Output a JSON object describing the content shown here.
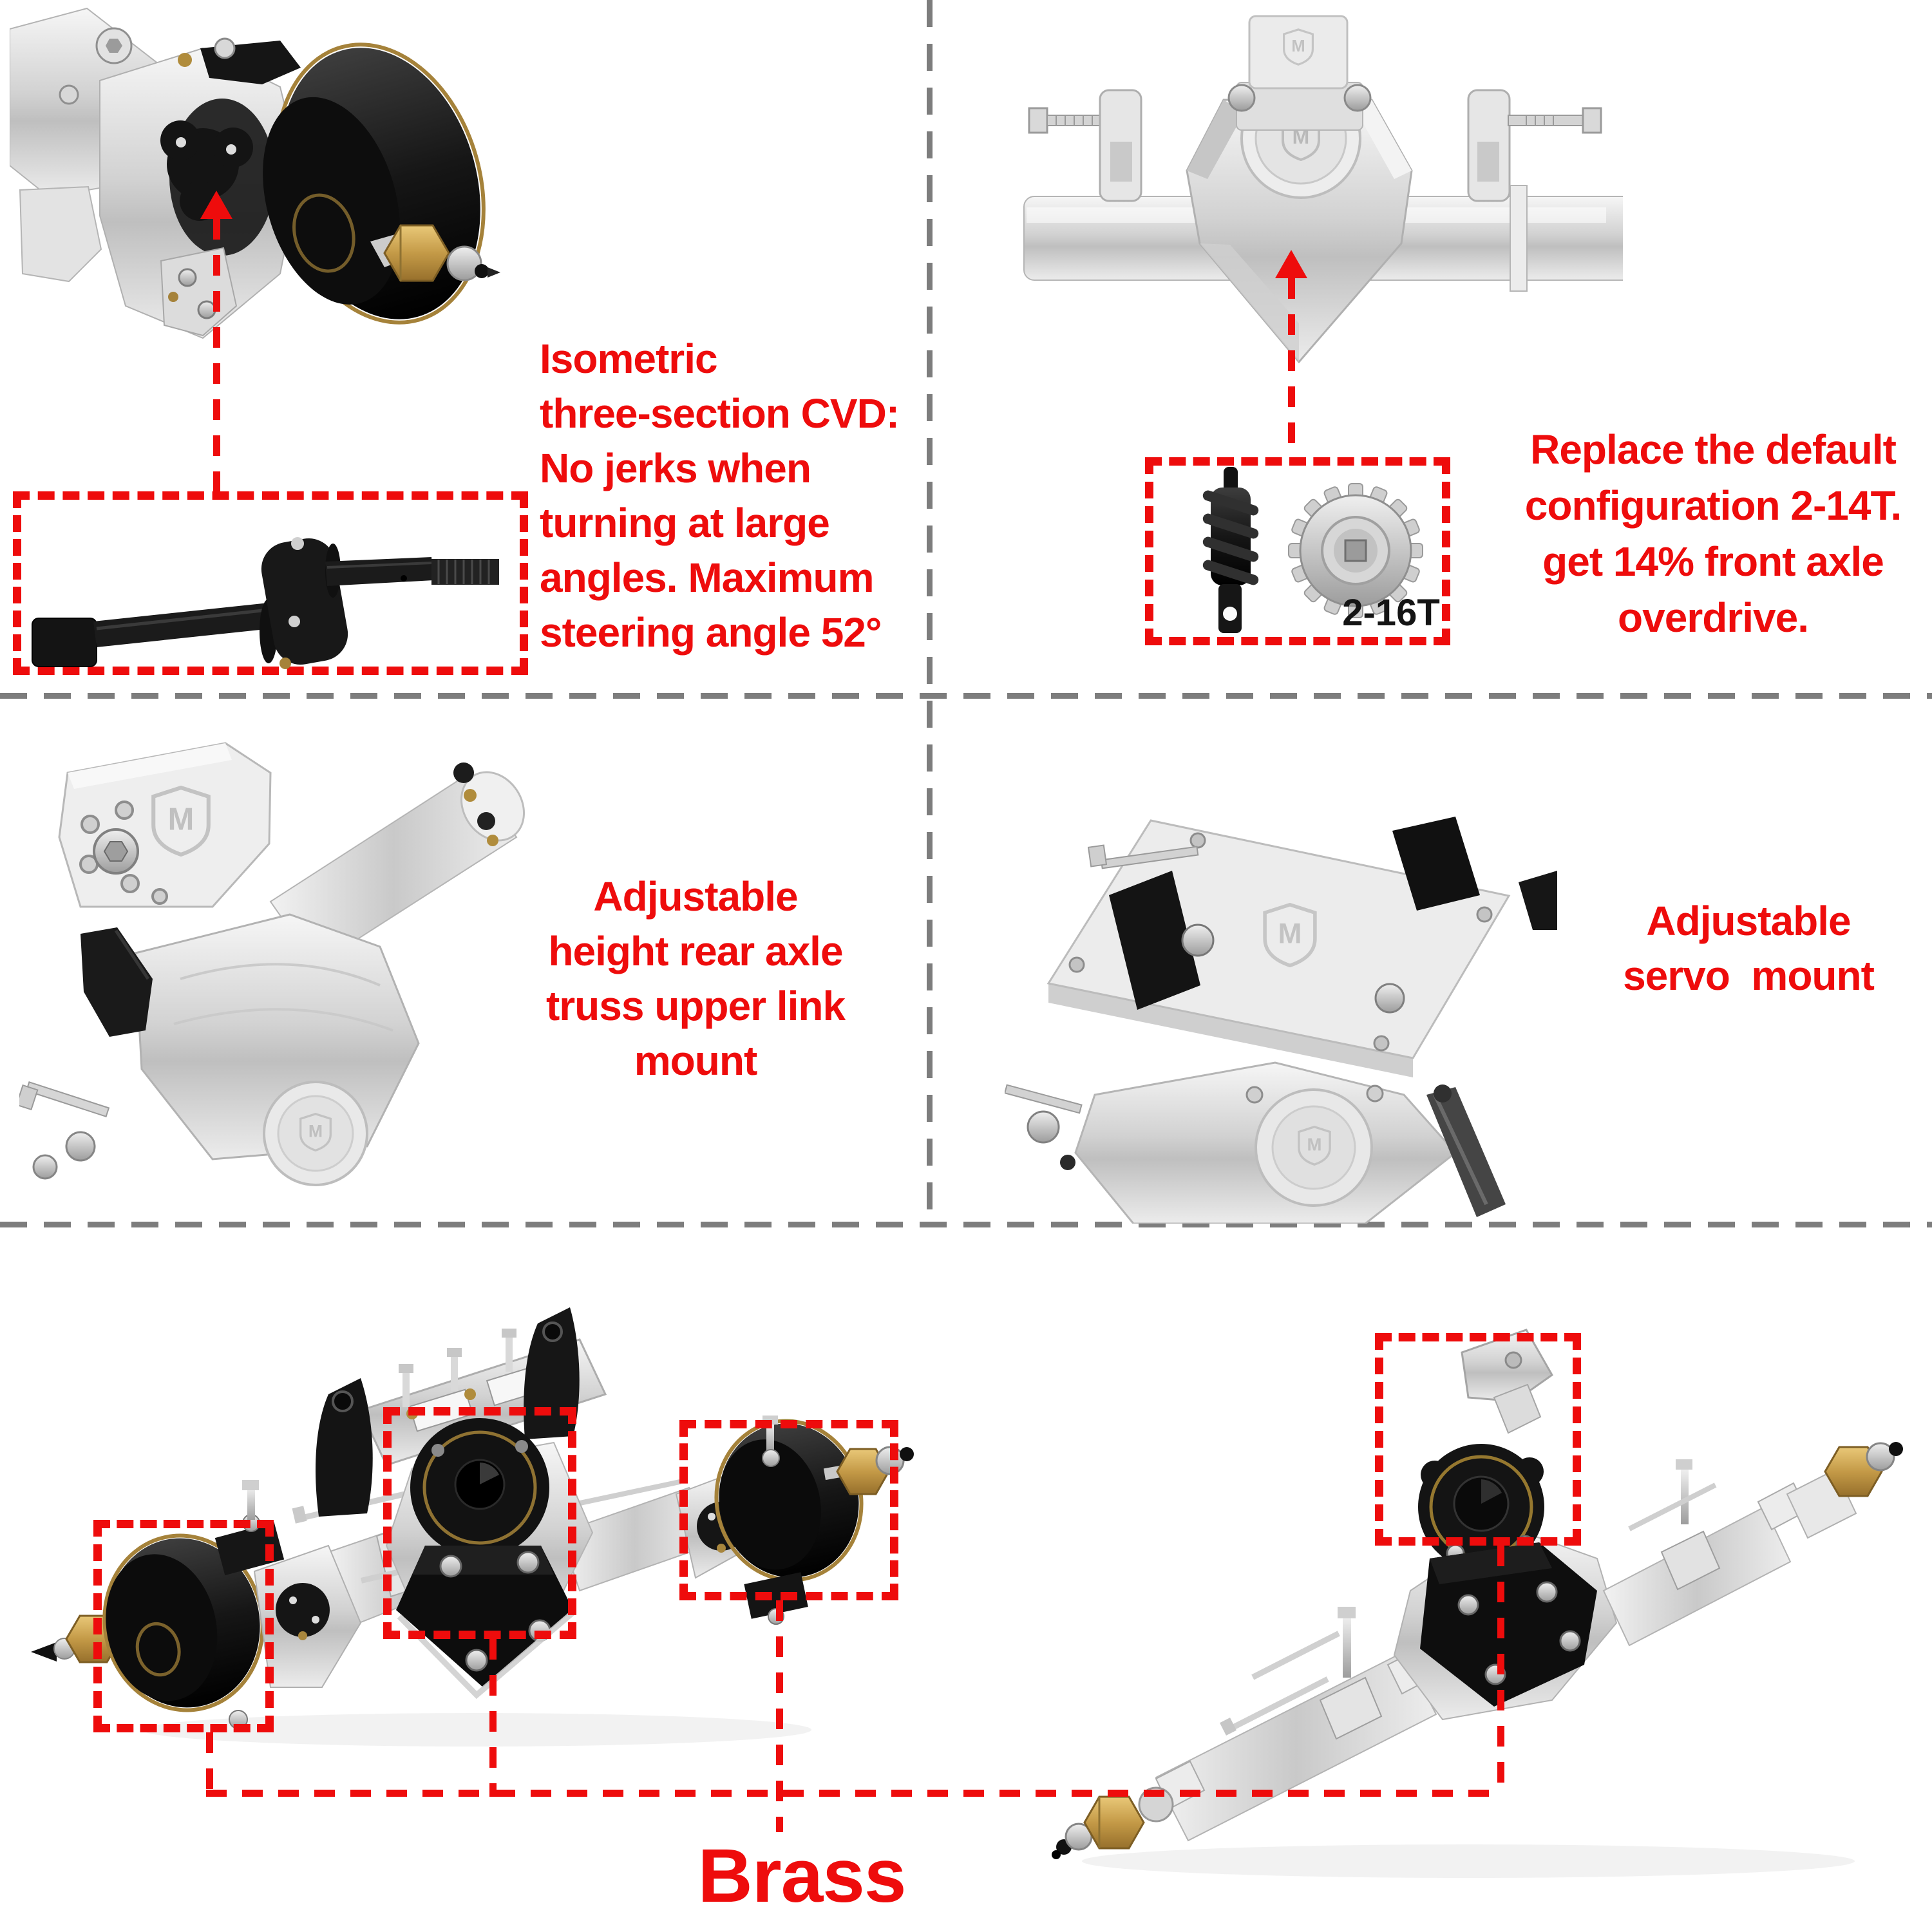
{
  "colors": {
    "accent_red": "#ee0c0c",
    "divider_gray": "#7d7d7d",
    "brass": "#c49a47",
    "black_part": "#141414",
    "silver": "#d9d9d9"
  },
  "logo_letter": "M",
  "sections": {
    "top_left": {
      "annotation_lines": [
        "Isometric",
        "three-section CVD:",
        "No jerks when",
        "turning at large",
        "angles. Maximum",
        "steering angle 52°"
      ]
    },
    "top_right": {
      "annotation_lines": [
        "Replace the default",
        "configuration 2-14T.",
        "get 14% front axle",
        "overdrive."
      ],
      "gear_label": "2-16T"
    },
    "mid_left": {
      "annotation_lines": [
        "Adjustable",
        "height rear axle",
        "truss upper link",
        "mount"
      ]
    },
    "mid_right": {
      "annotation_lines": [
        "Adjustable",
        "servo  mount"
      ]
    },
    "bottom": {
      "material_label": "Brass"
    }
  }
}
